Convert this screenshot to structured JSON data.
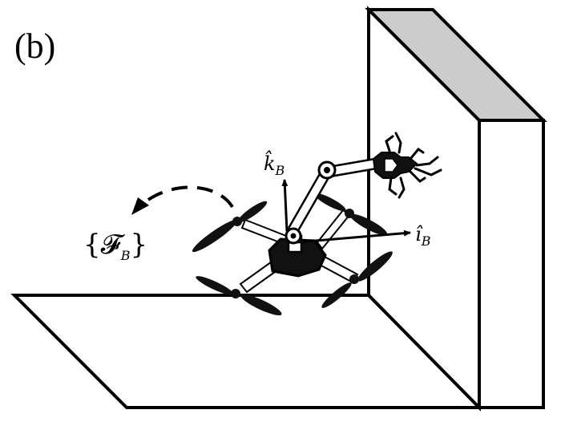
{
  "figure": {
    "panel_label": "(b)",
    "frame_label": "{𝓕",
    "frame_label_sub": "B",
    "frame_label_close": "}",
    "axis_k_main": "k̂",
    "axis_k_sub": "B",
    "axis_i_main": "ı̂",
    "axis_i_sub": "B"
  }
}
